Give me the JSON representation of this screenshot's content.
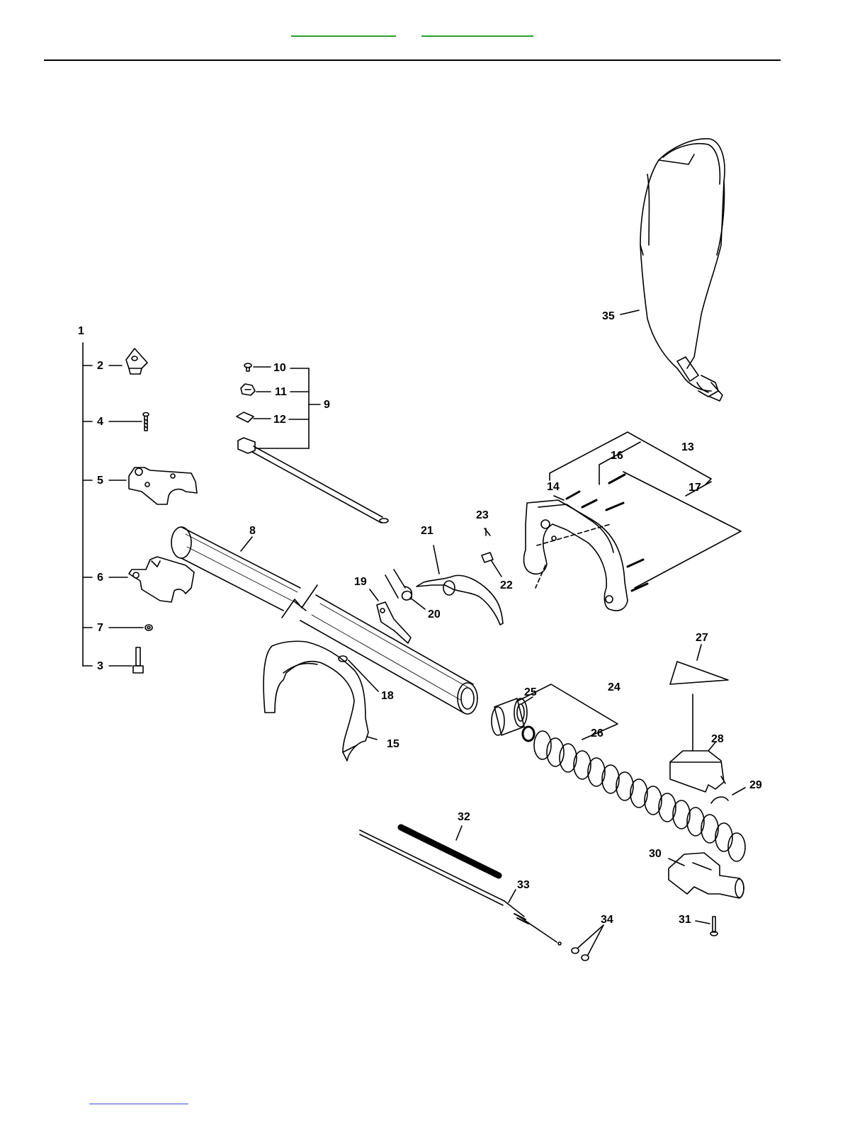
{
  "header": {
    "links": [
      "",
      ""
    ],
    "link_color": "#2e9e2e"
  },
  "footer": {
    "link": "",
    "link_color": "#3a4fd6"
  },
  "diagram": {
    "part_numbers": [
      "1",
      "2",
      "3",
      "4",
      "5",
      "6",
      "7",
      "8",
      "9",
      "10",
      "11",
      "12",
      "13",
      "14",
      "15",
      "16",
      "17",
      "18",
      "19",
      "20",
      "21",
      "22",
      "23",
      "24",
      "25",
      "26",
      "27",
      "28",
      "29",
      "30",
      "31",
      "32",
      "33",
      "34",
      "35"
    ]
  }
}
